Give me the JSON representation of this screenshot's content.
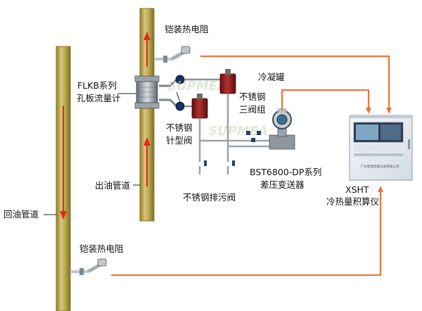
{
  "labels": {
    "rtd_top": "铠装热电阻",
    "condenser": "冷凝罐",
    "flkb_line1": "FLKB系列",
    "flkb_line2": "孔板流量计",
    "valve3_line1": "不锈钢",
    "valve3_line2": "三阀组",
    "needle_line1": "不锈钢",
    "needle_line2": "针型阀",
    "outlet_pipe": "出油管道",
    "transmitter_line1": "BST6800-DP系列",
    "transmitter_line2": "差压变送器",
    "drain_valve": "不锈钢排污阀",
    "return_pipe": "回油管道",
    "rtd_bottom": "铠装热电阻",
    "calc_line1": "XSHT",
    "calc_line2": "冷热量积算仪",
    "watermark": "SUPMEA",
    "cabinet_caption": "广州鼎显智能仪表有限公司"
  },
  "colors": {
    "pipe": "#bfae58",
    "pipe_edge": "#857626",
    "flow_arrow": "#e8261e",
    "signal_line": "#e5773a",
    "tank": "#8e1c1c",
    "cabinet": "#e8edf2"
  }
}
